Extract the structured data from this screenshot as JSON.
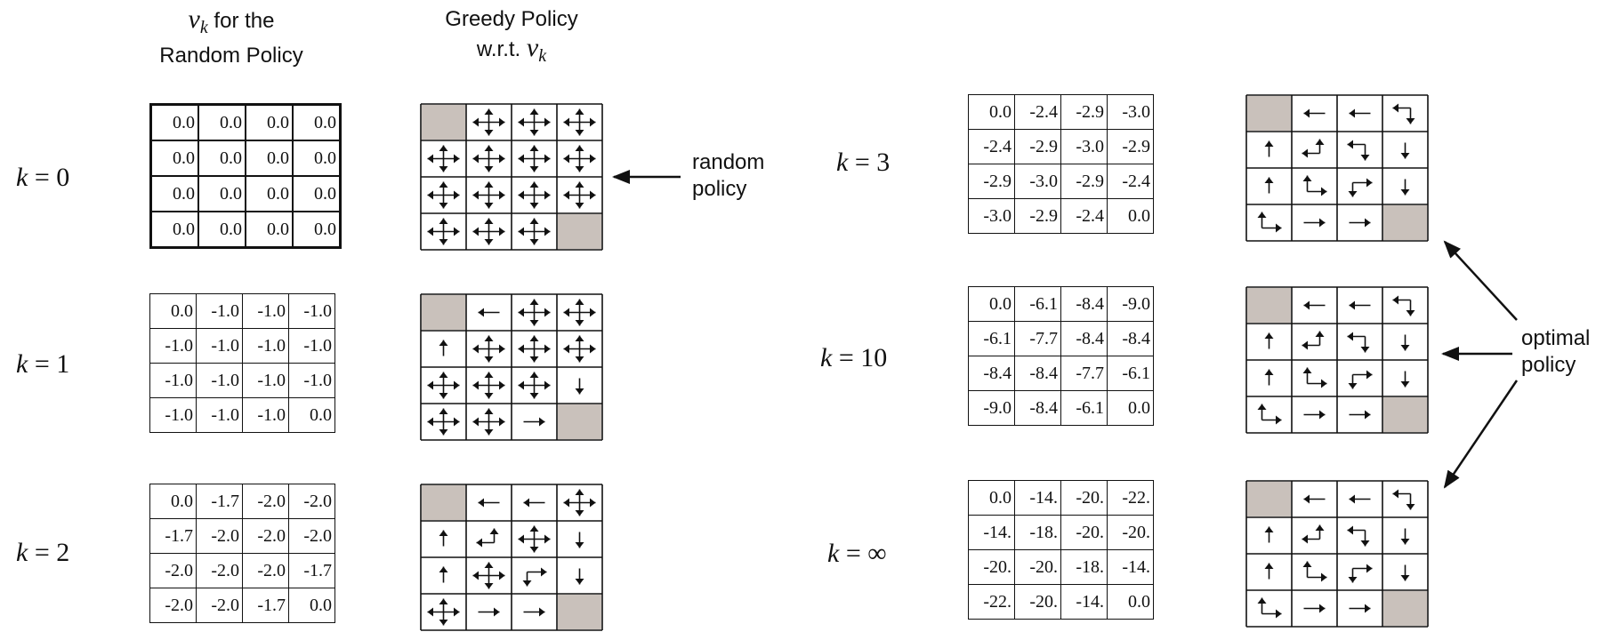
{
  "headers": {
    "vk_symbol": "v",
    "vk_sub": "k",
    "vk_for_the": "for the",
    "random_policy": "Random Policy",
    "greedy_policy": "Greedy Policy",
    "wrt": "w.r.t.",
    "vk2_symbol": "v",
    "vk2_sub": "k"
  },
  "annotations": {
    "random_line1": "random",
    "random_line2": "policy",
    "optimal_line1": "optimal",
    "optimal_line2": "policy"
  },
  "rows": [
    {
      "k": "0",
      "thick": true,
      "values": [
        [
          "0.0",
          "0.0",
          "0.0",
          "0.0"
        ],
        [
          "0.0",
          "0.0",
          "0.0",
          "0.0"
        ],
        [
          "0.0",
          "0.0",
          "0.0",
          "0.0"
        ],
        [
          "0.0",
          "0.0",
          "0.0",
          "0.0"
        ]
      ],
      "policy": [
        [
          "T",
          "NESW",
          "NESW",
          "NESW"
        ],
        [
          "NESW",
          "NESW",
          "NESW",
          "NESW"
        ],
        [
          "NESW",
          "NESW",
          "NESW",
          "NESW"
        ],
        [
          "NESW",
          "NESW",
          "NESW",
          "T"
        ]
      ]
    },
    {
      "k": "1",
      "thick": false,
      "values": [
        [
          "0.0",
          "-1.0",
          "-1.0",
          "-1.0"
        ],
        [
          "-1.0",
          "-1.0",
          "-1.0",
          "-1.0"
        ],
        [
          "-1.0",
          "-1.0",
          "-1.0",
          "-1.0"
        ],
        [
          "-1.0",
          "-1.0",
          "-1.0",
          "0.0"
        ]
      ],
      "policy": [
        [
          "T",
          "W",
          "NESW",
          "NESW"
        ],
        [
          "N",
          "NESW",
          "NESW",
          "NESW"
        ],
        [
          "NESW",
          "NESW",
          "NESW",
          "S"
        ],
        [
          "NESW",
          "NESW",
          "E",
          "T"
        ]
      ]
    },
    {
      "k": "2",
      "thick": false,
      "values": [
        [
          "0.0",
          "-1.7",
          "-2.0",
          "-2.0"
        ],
        [
          "-1.7",
          "-2.0",
          "-2.0",
          "-2.0"
        ],
        [
          "-2.0",
          "-2.0",
          "-2.0",
          "-1.7"
        ],
        [
          "-2.0",
          "-2.0",
          "-1.7",
          "0.0"
        ]
      ],
      "policy": [
        [
          "T",
          "W",
          "W",
          "NESW"
        ],
        [
          "N",
          "NW",
          "NESW",
          "S"
        ],
        [
          "N",
          "NESW",
          "ES",
          "S"
        ],
        [
          "NESW",
          "E",
          "E",
          "T"
        ]
      ]
    },
    {
      "k": "3",
      "thick": false,
      "values": [
        [
          "0.0",
          "-2.4",
          "-2.9",
          "-3.0"
        ],
        [
          "-2.4",
          "-2.9",
          "-3.0",
          "-2.9"
        ],
        [
          "-2.9",
          "-3.0",
          "-2.9",
          "-2.4"
        ],
        [
          "-3.0",
          "-2.9",
          "-2.4",
          "0.0"
        ]
      ],
      "policy": [
        [
          "T",
          "W",
          "W",
          "SW"
        ],
        [
          "N",
          "NW",
          "SW",
          "S"
        ],
        [
          "N",
          "NE",
          "ES",
          "S"
        ],
        [
          "NE",
          "E",
          "E",
          "T"
        ]
      ]
    },
    {
      "k": "10",
      "thick": false,
      "values": [
        [
          "0.0",
          "-6.1",
          "-8.4",
          "-9.0"
        ],
        [
          "-6.1",
          "-7.7",
          "-8.4",
          "-8.4"
        ],
        [
          "-8.4",
          "-8.4",
          "-7.7",
          "-6.1"
        ],
        [
          "-9.0",
          "-8.4",
          "-6.1",
          "0.0"
        ]
      ],
      "policy": [
        [
          "T",
          "W",
          "W",
          "SW"
        ],
        [
          "N",
          "NW",
          "SW",
          "S"
        ],
        [
          "N",
          "NE",
          "ES",
          "S"
        ],
        [
          "NE",
          "E",
          "E",
          "T"
        ]
      ]
    },
    {
      "k": "∞",
      "thick": false,
      "values": [
        [
          "0.0",
          "-14.",
          "-20.",
          "-22."
        ],
        [
          "-14.",
          "-18.",
          "-20.",
          "-20."
        ],
        [
          "-20.",
          "-20.",
          "-18.",
          "-14."
        ],
        [
          "-22.",
          "-20.",
          "-14.",
          "0.0"
        ]
      ],
      "policy": [
        [
          "T",
          "W",
          "W",
          "SW"
        ],
        [
          "N",
          "NW",
          "SW",
          "S"
        ],
        [
          "N",
          "NE",
          "ES",
          "S"
        ],
        [
          "NE",
          "E",
          "E",
          "T"
        ]
      ]
    }
  ],
  "colors": {
    "terminal": "#c9c1bb",
    "ink": "#111111"
  }
}
